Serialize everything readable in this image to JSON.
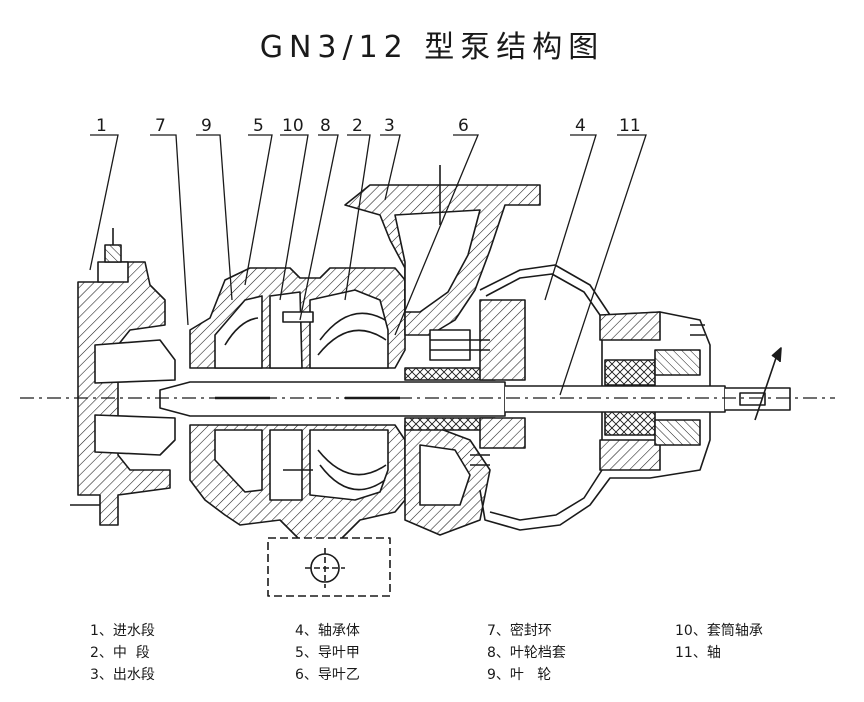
{
  "title": "GN3/12 型泵结构图",
  "callouts": [
    "1",
    "7",
    "9",
    "5",
    "10",
    "8",
    "2",
    "3",
    "6",
    "4",
    "11"
  ],
  "legend": [
    "1、进水段",
    "2、中  段",
    "3、出水段",
    "4、轴承体",
    "5、导叶甲",
    "6、导叶乙",
    "7、密封环",
    "8、叶轮档套",
    "9、叶   轮",
    "10、套筒轴承",
    "11、轴"
  ],
  "colors": {
    "ink": "#1a1a1a",
    "background": "#ffffff"
  }
}
